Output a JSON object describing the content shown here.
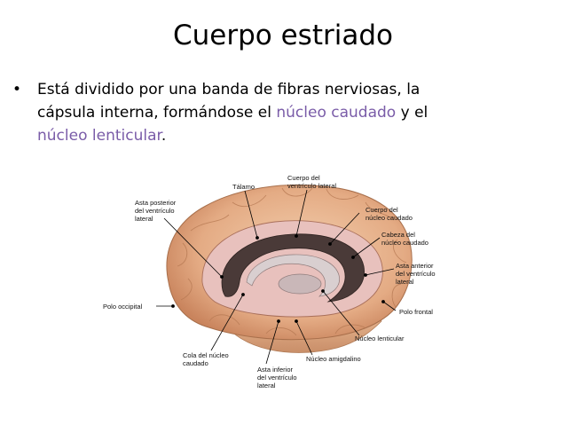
{
  "slide": {
    "title": "Cuerpo estriado",
    "bullet": {
      "marker": "•",
      "text_1": "Está dividido por una banda de fibras nerviosas, la",
      "text_2": "cápsula interna, formándose el ",
      "highlight_1": "núcleo caudado",
      "text_3": " y el",
      "highlight_2": "núcleo lenticular",
      "text_4": "."
    },
    "accent_color": "#7a5ca8"
  },
  "figure": {
    "labels": {
      "talamo": "Tálamo",
      "cuerpo_ventriculo_1": "Cuerpo del",
      "cuerpo_ventriculo_2": "ventrículo lateral",
      "asta_posterior_1": "Asta posterior",
      "asta_posterior_2": "del ventrículo",
      "asta_posterior_3": "lateral",
      "cuerpo_caudado_1": "Cuerpo del",
      "cuerpo_caudado_2": "núcleo caudado",
      "cabeza_caudado_1": "Cabeza del",
      "cabeza_caudado_2": "núcleo caudado",
      "asta_anterior_1": "Asta anterior",
      "asta_anterior_2": "del ventrículo",
      "asta_anterior_3": "lateral",
      "polo_occipital": "Polo occipital",
      "polo_frontal": "Polo frontal",
      "nucleo_lenticular": "Núcleo lenticular",
      "cola_caudado_1": "Cola del núcleo",
      "cola_caudado_2": "caudado",
      "nucleo_amigdalino": "Núcleo amigdalino",
      "asta_inferior_1": "Asta inferior",
      "asta_inferior_2": "del ventrículo",
      "asta_inferior_3": "lateral"
    }
  }
}
